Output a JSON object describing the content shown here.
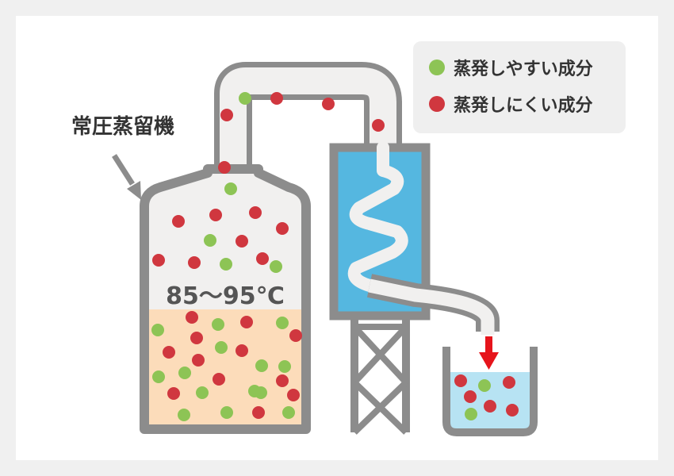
{
  "diagram": {
    "title": "常圧蒸留機",
    "temperature": "85〜95℃",
    "legend": [
      {
        "label": "蒸発しやすい成分",
        "color": "#8dc455"
      },
      {
        "label": "蒸発しにくい成分",
        "color": "#d0373f"
      }
    ]
  },
  "colors": {
    "outline": "#8c8c8c",
    "vapor": "#f1f0ef",
    "liquid": "#fcdcba",
    "condenser": "#55b7e0",
    "receiver_liquid": "#b7e3f3",
    "arrow": "#e6141b",
    "legend_bg": "#efefef",
    "easy": "#8dc455",
    "hard": "#d0373f"
  },
  "particles": {
    "easy": [
      [
        309,
        124
      ],
      [
        291,
        238
      ],
      [
        265,
        303
      ],
      [
        285,
        333
      ],
      [
        348,
        336
      ],
      [
        199,
        416
      ],
      [
        275,
        409
      ],
      [
        356,
        407
      ],
      [
        279,
        438
      ],
      [
        330,
        461
      ],
      [
        233,
        470
      ],
      [
        200,
        475
      ],
      [
        329,
        495
      ],
      [
        359,
        462
      ],
      [
        255,
        495
      ],
      [
        321,
        493
      ],
      [
        232,
        523
      ],
      [
        286,
        520
      ],
      [
        364,
        520
      ],
      [
        611,
        486
      ],
      [
        594,
        522
      ]
    ],
    "hard": [
      [
        349,
        124
      ],
      [
        414,
        131
      ],
      [
        286,
        145
      ],
      [
        477,
        158
      ],
      [
        283,
        211
      ],
      [
        225,
        279
      ],
      [
        272,
        271
      ],
      [
        322,
        268
      ],
      [
        356,
        288
      ],
      [
        305,
        304
      ],
      [
        200,
        328
      ],
      [
        245,
        331
      ],
      [
        331,
        326
      ],
      [
        242,
        400
      ],
      [
        311,
        406
      ],
      [
        373,
        423
      ],
      [
        248,
        426
      ],
      [
        213,
        444
      ],
      [
        305,
        442
      ],
      [
        250,
        454
      ],
      [
        276,
        478
      ],
      [
        356,
        480
      ],
      [
        219,
        496
      ],
      [
        370,
        498
      ],
      [
        326,
        520
      ],
      [
        581,
        480
      ],
      [
        642,
        482
      ],
      [
        593,
        500
      ],
      [
        618,
        512
      ],
      [
        646,
        517
      ]
    ]
  }
}
